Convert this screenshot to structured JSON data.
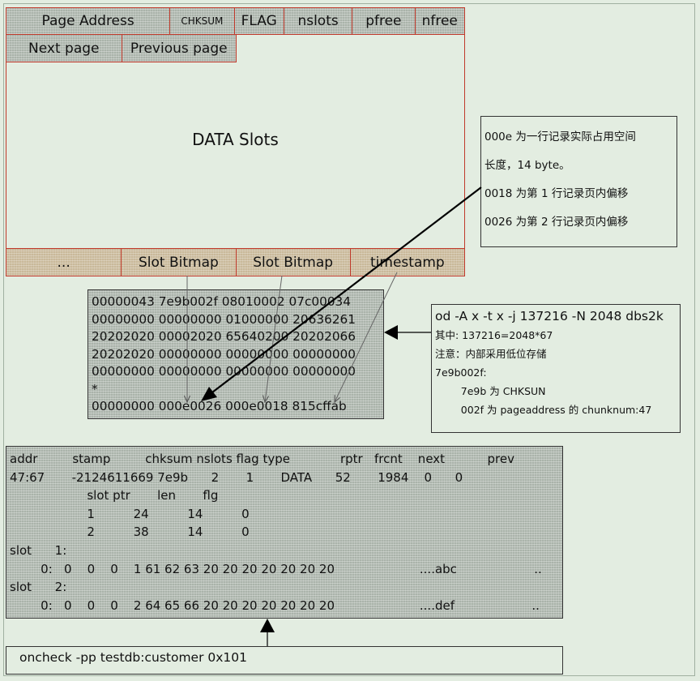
{
  "page_layout": {
    "header_row1": [
      "Page Address",
      "CHKSUM",
      "FLAG",
      "nslots",
      "pfree",
      "nfree"
    ],
    "header_row2": [
      "Next page",
      "Previous page"
    ],
    "body_label": "DATA Slots",
    "footer_row": [
      "...",
      "Slot Bitmap",
      "Slot Bitmap",
      "timestamp"
    ]
  },
  "note_box": {
    "lines": [
      "000e 为一行记录实际占用空间",
      "长度，14 byte。",
      "0018 为第 1 行记录页内偏移",
      "0026 为第 2 行记录页内偏移"
    ]
  },
  "hex_dump": {
    "lines": [
      "00000043 7e9b002f 08010002 07c00034",
      "00000000 00000000 01000000 20636261",
      "20202020 00002020 65640200 20202066",
      "20202020 00000000 00000000 00000000",
      "00000000 00000000 00000000 00000000",
      "*",
      "00000000 000e0026 000e0018 815cffab"
    ]
  },
  "od_box": {
    "command": "od -A x -t x -j 137216 -N 2048 dbs2k",
    "lines": [
      "其中: 137216=2048*67",
      "注意：内部采用低位存储",
      "7e9b002f:",
      "        7e9b 为 CHKSUN",
      "        002f 为 pageaddress 的 chunknum:47"
    ]
  },
  "oncheck_output": {
    "lines": [
      "addr         stamp         chksum nslots flag type             rptr   frcnt    next           prev",
      "47:67       -2124611669 7e9b      2       1       DATA      52       1984    0      0",
      "                    slot ptr       len       flg",
      "                    1          24          14          0",
      "                    2          38          14          0",
      "slot      1:",
      "        0:   0    0    0    1 61 62 63 20 20 20 20 20 20 20                      ....abc                    ..",
      "slot      2:",
      "        0:   0    0    0    2 64 65 66 20 20 20 20 20 20 20                      ....def                    .."
    ]
  },
  "command_box": {
    "text": "oncheck -pp testdb:customer 0x101"
  }
}
